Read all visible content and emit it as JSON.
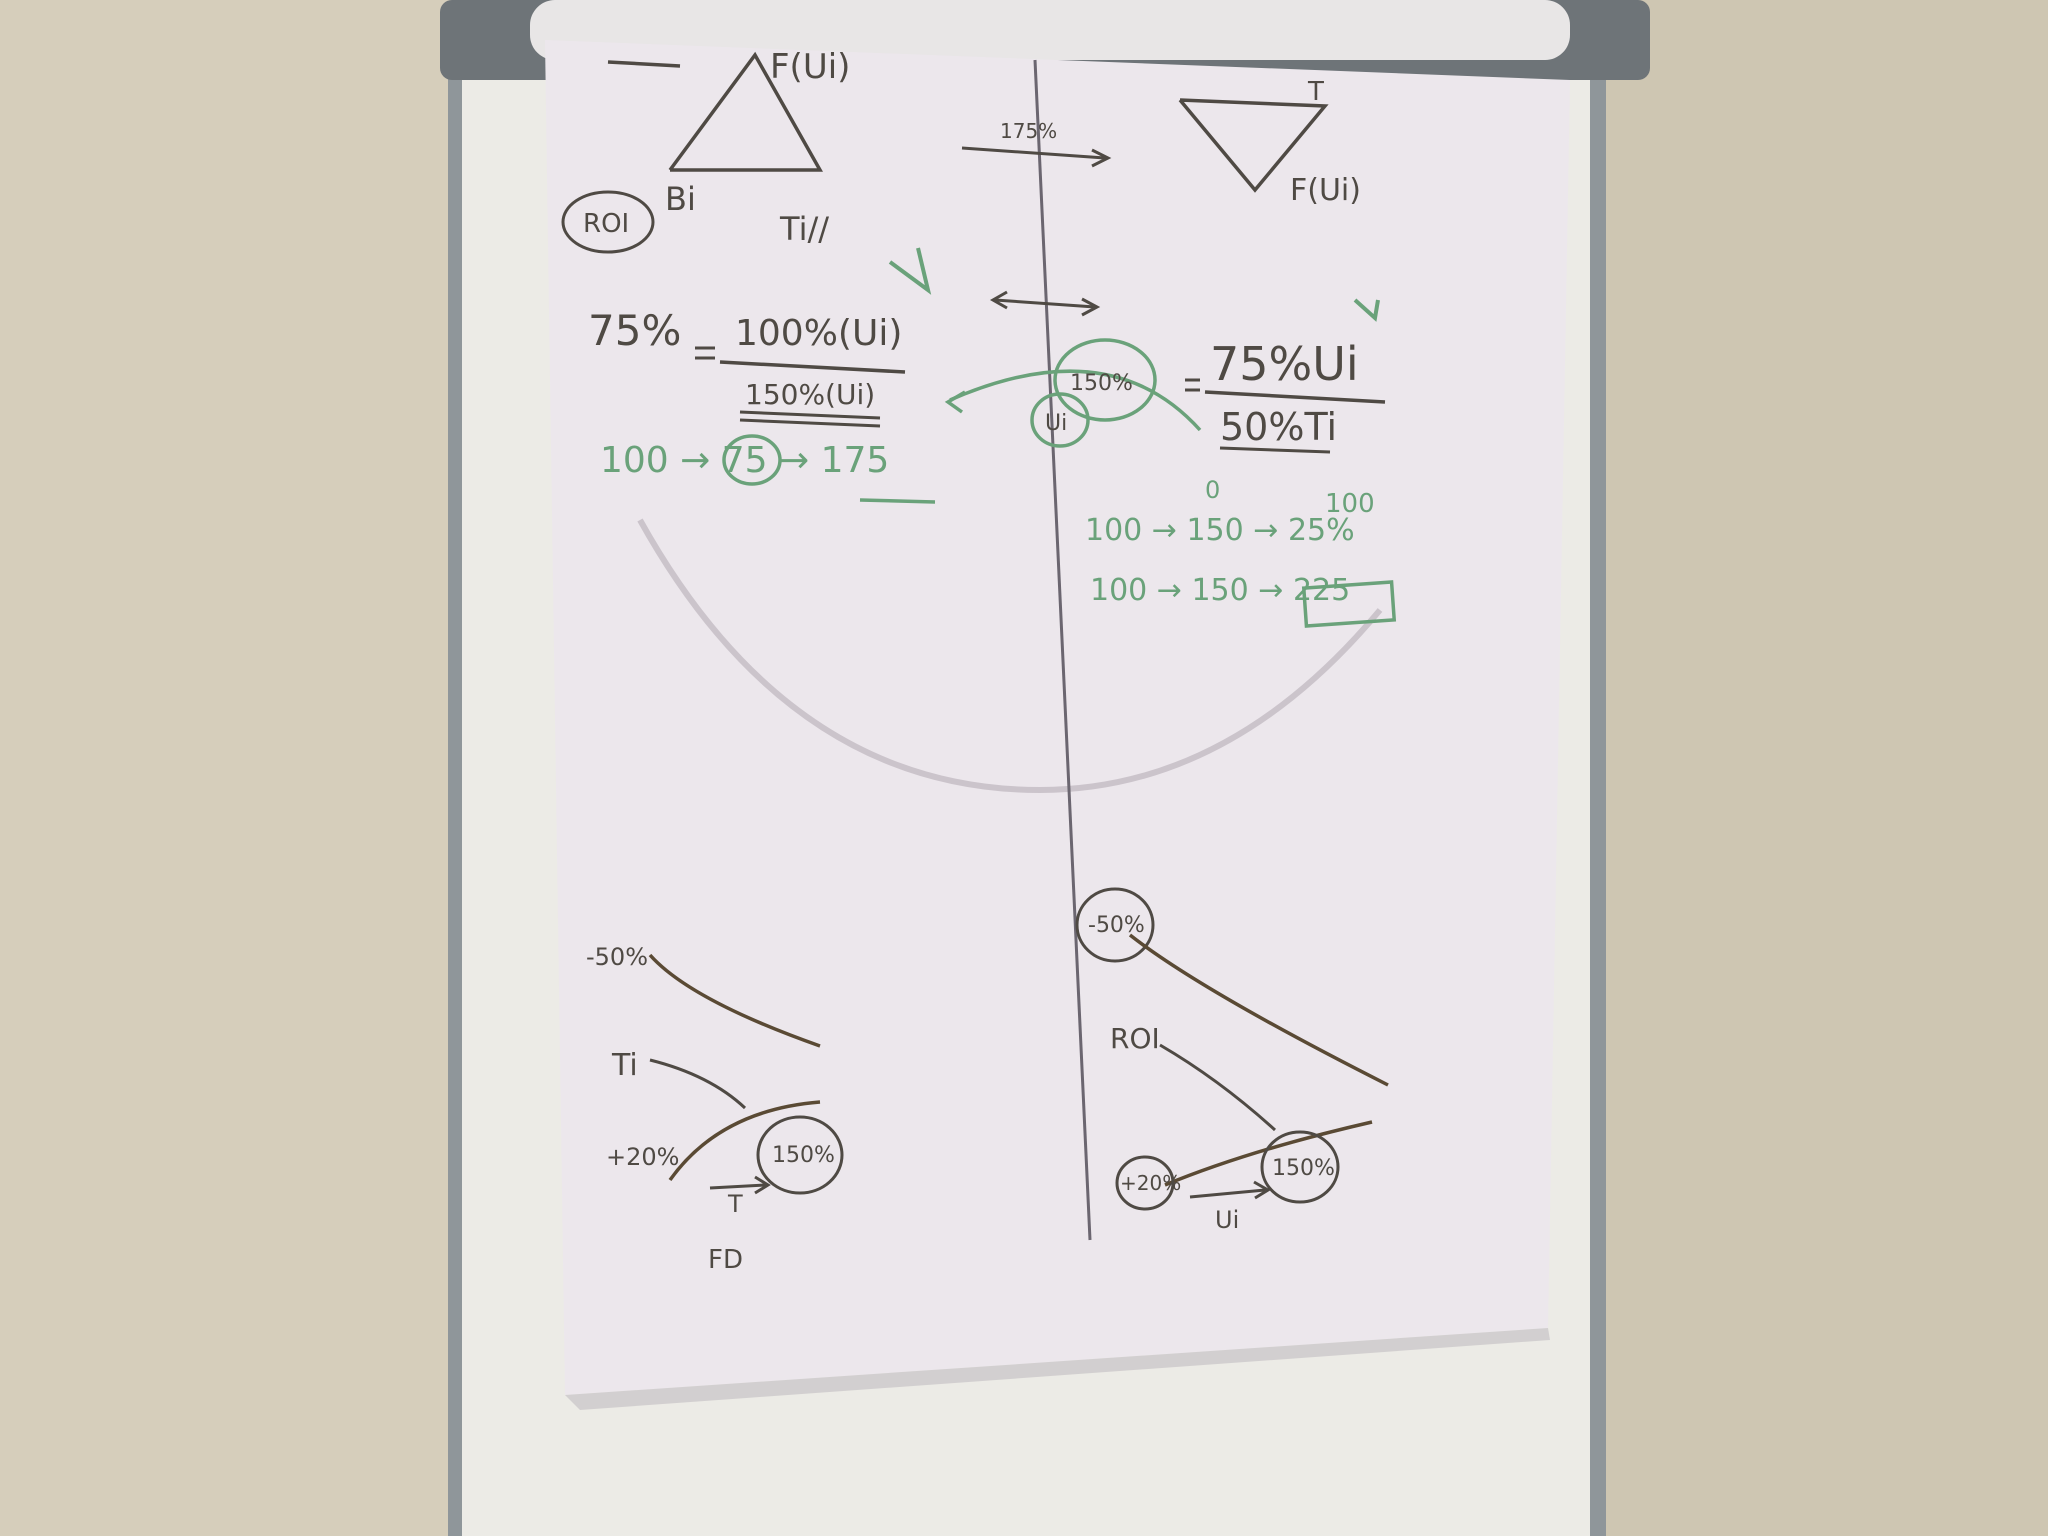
{
  "scene": {
    "colors": {
      "wall": "#d9d1bf",
      "board_frame": "#8f969a",
      "board_surface": "#ecebe6",
      "paper": "#ece7ec",
      "ink_dark": "#4f4a44",
      "ink_brown": "#5a4a34",
      "ink_green": "#6aa27a"
    }
  },
  "sheet": {
    "left": {
      "top_diagram": {
        "label_f": "F(Ui)",
        "label_roi": "ROI",
        "label_bi": "Bi",
        "label_ti": "Ti//"
      },
      "equation": {
        "lhs": "75%",
        "numerator": "100%(Ui)",
        "denominator": "150%(Ui)"
      },
      "green_sequence": {
        "text": "100 → 75 → 175"
      },
      "bottom_graph": {
        "label_top": "-50%",
        "label_ti": "Ti",
        "label_left": "+20%",
        "label_circle": "150%",
        "label_axis": "T",
        "label_caption": "FD"
      }
    },
    "center": {
      "arrow_label": "175%"
    },
    "right": {
      "top_diagram": {
        "label_f": "F(Ui)",
        "label_t": "T"
      },
      "equation": {
        "lhs_circle": "150%",
        "note_circle": "Ui",
        "numerator": "75%Ui",
        "denominator": "50%Ti"
      },
      "green_lines": {
        "top_mark": "0",
        "top_value": "100",
        "line1": "100 → 150 → 25%",
        "line2": "100 → 150 → 225"
      },
      "bottom_graph": {
        "label_top": "-50%",
        "label_roi": "ROI",
        "label_left": "+20%",
        "label_circle": "150%",
        "label_axis": "Ui"
      }
    }
  }
}
